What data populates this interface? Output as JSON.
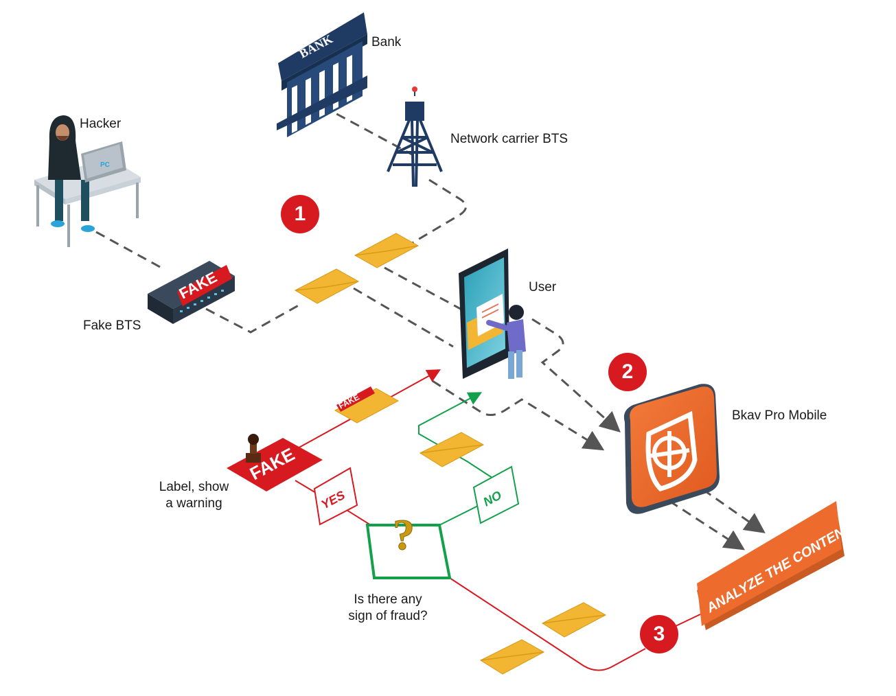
{
  "labels": {
    "bank": "Bank",
    "bts": "Network carrier BTS",
    "hacker": "Hacker",
    "fake_bts": "Fake BTS",
    "user": "User",
    "bkav": "Bkav Pro Mobile",
    "label_warning_1": "Label, show",
    "label_warning_2": "a warning",
    "question_1": "Is there any",
    "question_2": "sign of fraud?"
  },
  "steps": [
    "1",
    "2",
    "3"
  ],
  "tags": {
    "bank_sign": "BANK",
    "pc": "PC",
    "fake": "FAKE",
    "yes": "YES",
    "no": "NO",
    "analyze": "ANALYZE THE CONTENT"
  },
  "colors": {
    "red": "#d71920",
    "green": "#12a14a",
    "orange": "#ec6b2d",
    "envelope": "#f2b632",
    "bank_blue": "#1f3a63",
    "dash": "#555555"
  }
}
